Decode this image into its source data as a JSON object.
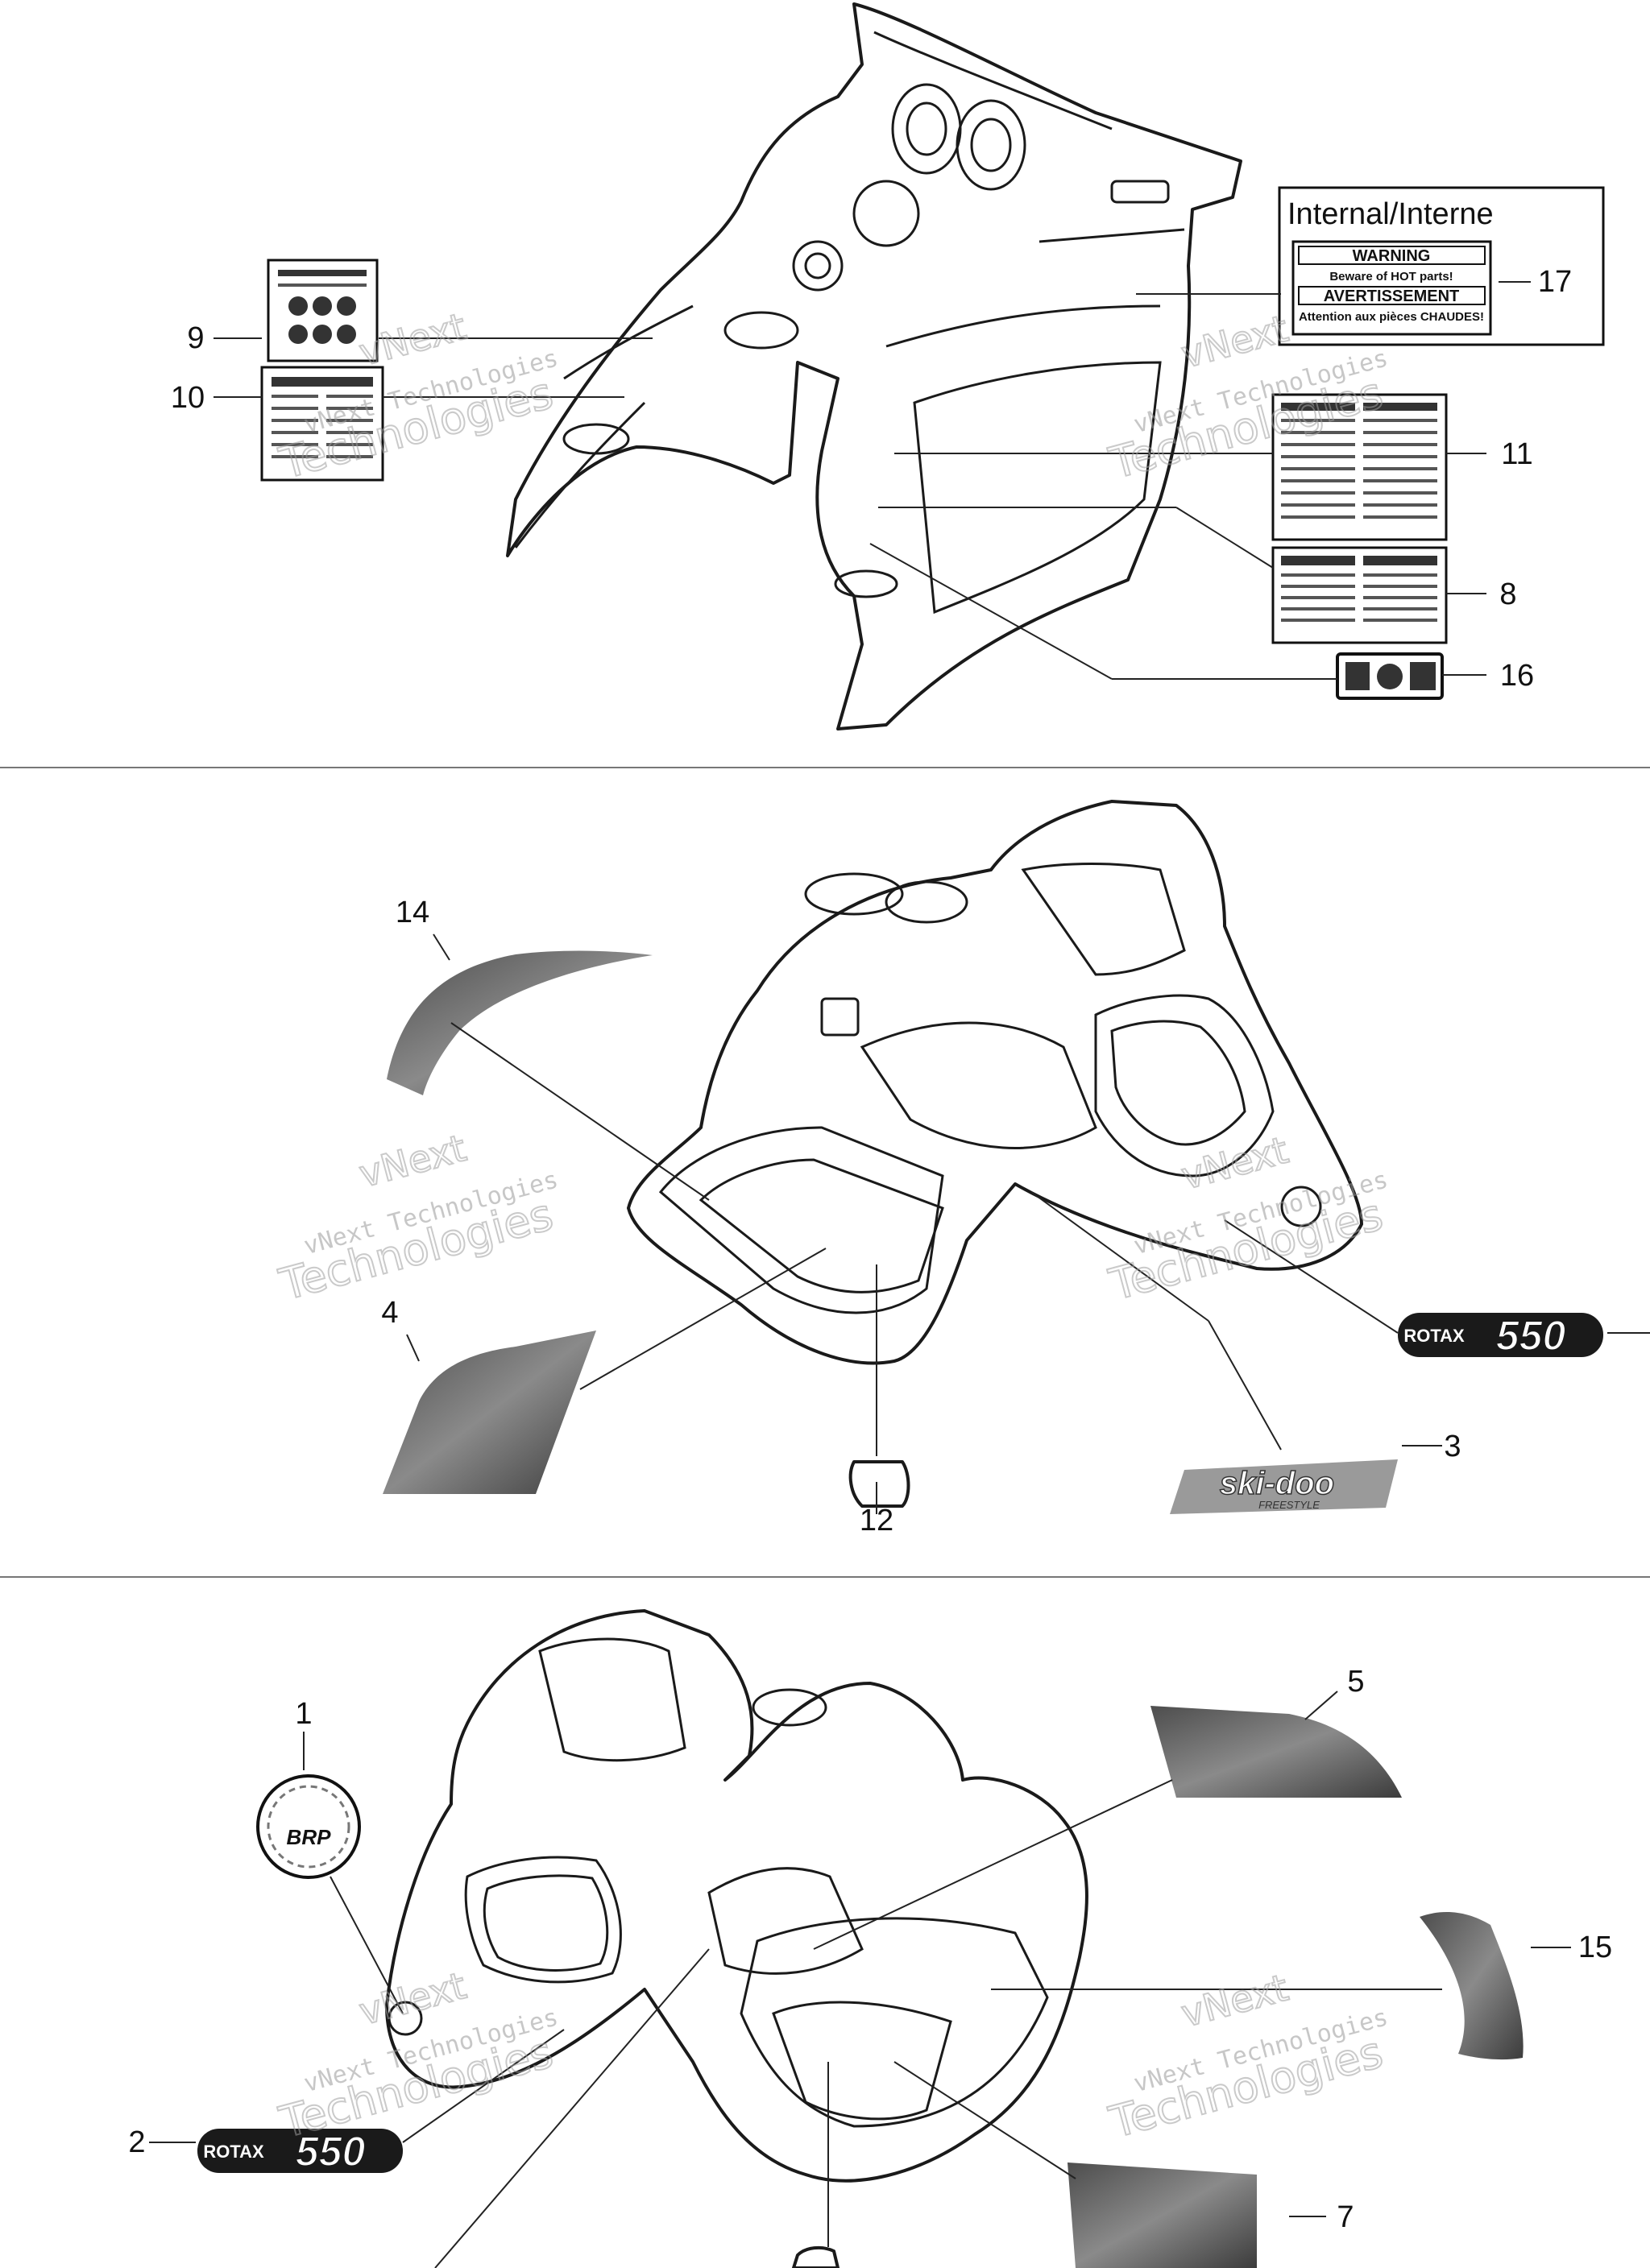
{
  "callouts": {
    "c1": "1",
    "c2": "2",
    "c3": "3",
    "c4": "4",
    "c5": "5",
    "c7": "7",
    "c8": "8",
    "c9": "9",
    "c10": "10",
    "c11": "11",
    "c12": "12",
    "c14": "14",
    "c15": "15",
    "c16": "16",
    "c17": "17"
  },
  "labels": {
    "internal_title": "Internal/Interne",
    "warning_title": "WARNING",
    "warning_text": "Beware of HOT parts!",
    "avert_title": "AVERTISSEMENT",
    "avert_text": "Attention aux pièces CHAUDES!",
    "rotax_word": "ROTAX",
    "rotax_num": "550",
    "skidoo_word": "ski-doo",
    "skidoo_sub": "FREESTYLE",
    "brp": "BRP"
  },
  "watermark": {
    "line1": "vNext",
    "line2": "vNext Technologies",
    "line3": "Technologies"
  },
  "colors": {
    "ink": "#1a1a1a",
    "decal_grey": "#6c6c6c",
    "divider": "#777777"
  }
}
